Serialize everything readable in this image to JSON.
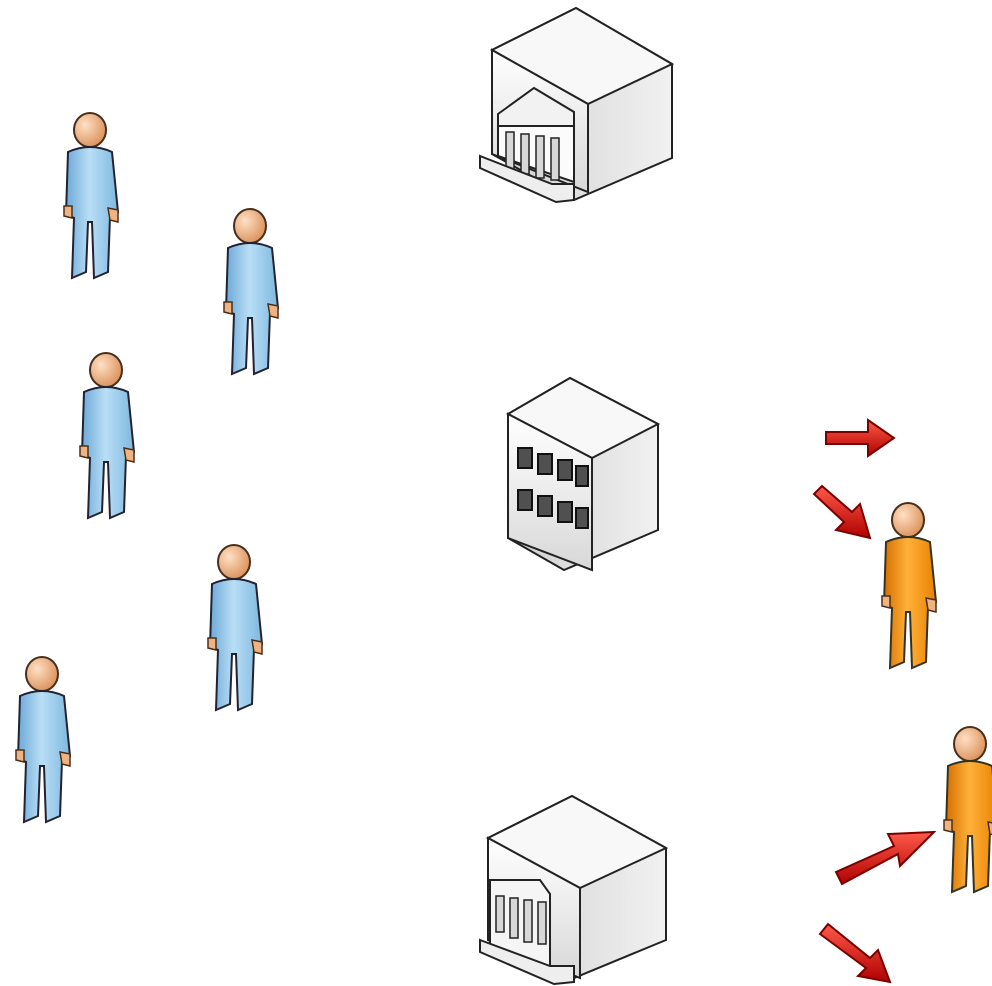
{
  "diagram": {
    "people": [
      {
        "id": "person-1",
        "role": "blue-person",
        "color": "#8fc3e6"
      },
      {
        "id": "person-2",
        "role": "blue-person",
        "color": "#8fc3e6"
      },
      {
        "id": "person-3",
        "role": "blue-person",
        "color": "#8fc3e6"
      },
      {
        "id": "person-4",
        "role": "blue-person",
        "color": "#8fc3e6"
      },
      {
        "id": "person-5",
        "role": "blue-person",
        "color": "#8fc3e6"
      },
      {
        "id": "person-6",
        "role": "orange-person",
        "color": "#f29a1c"
      },
      {
        "id": "person-7",
        "role": "orange-person",
        "color": "#f29a1c"
      }
    ],
    "buildings": [
      {
        "id": "building-top",
        "icon": "bank-building-icon"
      },
      {
        "id": "building-middle",
        "icon": "office-building-icon"
      },
      {
        "id": "building-bottom",
        "icon": "bank-building-icon"
      }
    ],
    "arrows": [
      {
        "id": "arrow-1",
        "icon": "right-arrow-icon",
        "color": "#e01b0f"
      },
      {
        "id": "arrow-2",
        "icon": "down-right-arrow-icon",
        "color": "#e01b0f"
      },
      {
        "id": "arrow-3",
        "icon": "up-right-arrow-icon",
        "color": "#e01b0f"
      },
      {
        "id": "arrow-4",
        "icon": "down-right-arrow-icon",
        "color": "#e01b0f"
      }
    ],
    "colors": {
      "skin": "#f0b483",
      "building_light": "#f3f3f3",
      "building_dark": "#cfcfcf",
      "outline": "#222222"
    }
  }
}
